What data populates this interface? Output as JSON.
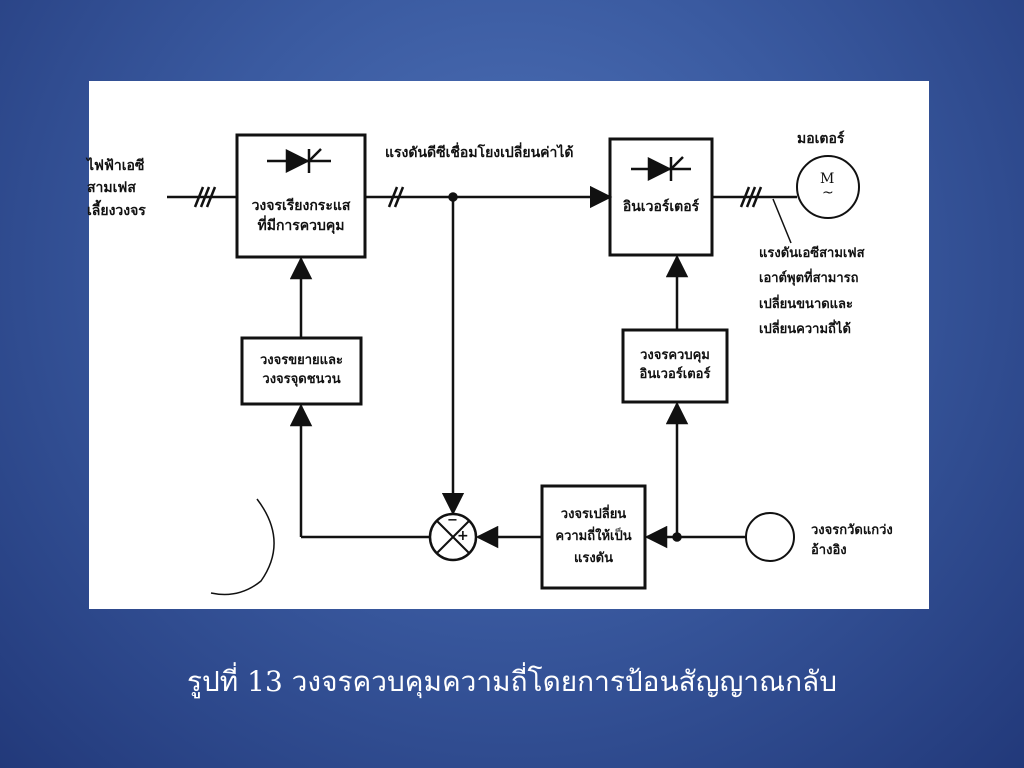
{
  "diagram": {
    "input_label": [
      "ไฟฟ้าเอซี",
      "สามเฟส",
      "เลี้ยงวงจร"
    ],
    "rectifier_label": [
      "วงจรเรียงกระแส",
      "ที่มีการควบคุม"
    ],
    "dc_link_label": "แรงดันดีซีเชื่อมโยงเปลี่ยนค่าได้",
    "inverter_label": "อินเวอร์เตอร์",
    "motor_title": "มอเตอร์",
    "motor_symbol": "M",
    "motor_wave": "~",
    "output_label": [
      "แรงดันเอซีสามเฟส",
      "เอาต์พุตที่สามารถ",
      "เปลี่ยนขนาดและ",
      "เปลี่ยนความถี่ได้"
    ],
    "amplifier_label": [
      "วงจรขยายและ",
      "วงจรจุดชนวน"
    ],
    "inverter_control_label": [
      "วงจรควบคุม",
      "อินเวอร์เตอร์"
    ],
    "converter_label": [
      "วงจรเปลี่ยน",
      "ความถี่ให้เป็น",
      "แรงดัน"
    ],
    "reference_label": [
      "วงจรกวัดแกว่ง",
      "อ้างอิง"
    ],
    "summing_minus": "−",
    "summing_plus": "+"
  },
  "caption": "รูปที่ 13 วงจรควบคุมความถี่โดยการป้อนสัญญาณกลับ"
}
